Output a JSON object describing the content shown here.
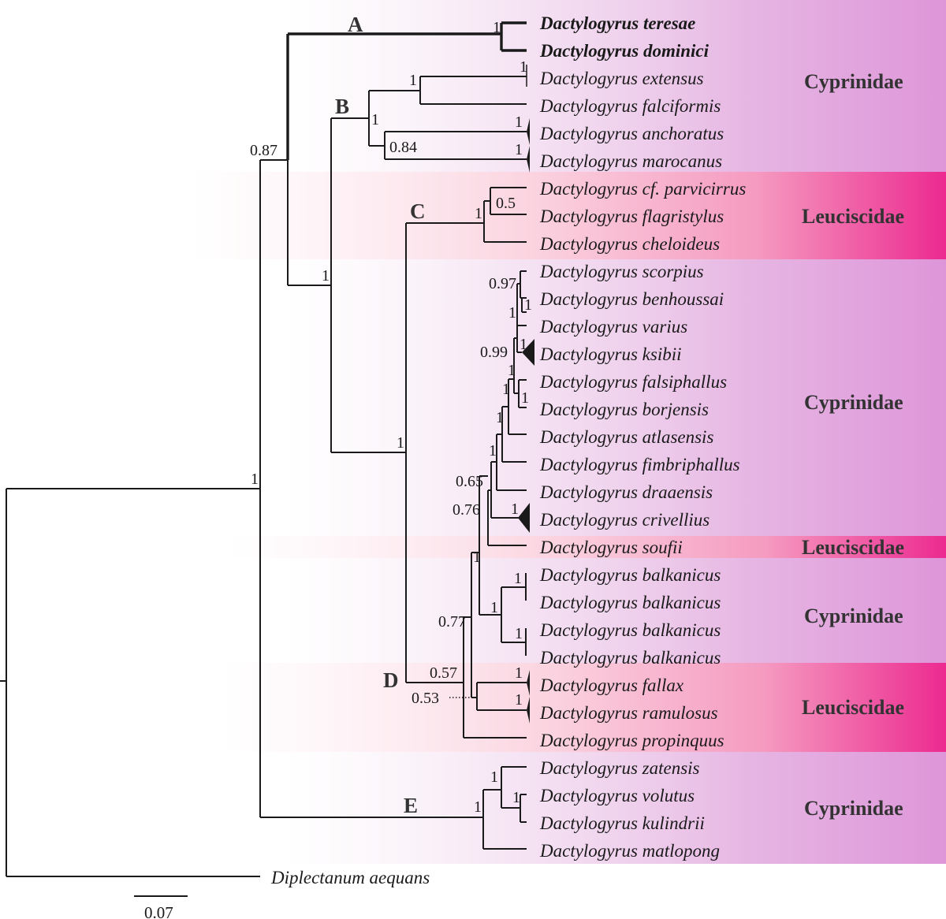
{
  "scale_bar": {
    "label": "0.07"
  },
  "outgroup": {
    "name": "Diplectanum aequans"
  },
  "clades": {
    "A": "A",
    "B": "B",
    "C": "C",
    "D": "D",
    "E": "E"
  },
  "host_families": {
    "band1": "Cyprinidae",
    "band2": "Leuciscidae",
    "band3": "Cyprinidae",
    "band4": "Leuciscidae",
    "band5": "Cyprinidae",
    "band6": "Leuciscidae",
    "band7": "Cyprinidae"
  },
  "taxa": [
    "Dactylogyrus teresae",
    "Dactylogyrus dominici",
    "Dactylogyrus extensus",
    "Dactylogyrus falciformis",
    "Dactylogyrus anchoratus",
    "Dactylogyrus marocanus",
    "Dactylogyrus cf. parvicirrus",
    "Dactylogyrus flagristylus",
    "Dactylogyrus cheloideus",
    "Dactylogyrus scorpius",
    "Dactylogyrus benhoussai",
    "Dactylogyrus varius",
    "Dactylogyrus ksibii",
    "Dactylogyrus falsiphallus",
    "Dactylogyrus borjensis",
    "Dactylogyrus atlasensis",
    "Dactylogyrus fimbriphallus",
    "Dactylogyrus draaensis",
    "Dactylogyrus crivellius",
    "Dactylogyrus soufii",
    "Dactylogyrus balkanicus",
    "Dactylogyrus balkanicus",
    "Dactylogyrus balkanicus",
    "Dactylogyrus balkanicus",
    "Dactylogyrus fallax",
    "Dactylogyrus ramulosus",
    "Dactylogyrus propinquus",
    "Dactylogyrus zatensis",
    "Dactylogyrus volutus",
    "Dactylogyrus kulindrii",
    "Dactylogyrus matlopong"
  ],
  "support": {
    "root": "1",
    "A_B_split": "0.87",
    "clade_A": "1",
    "clade_B": "1",
    "extensus_group": "1",
    "anchoratus_marocanus": "0.84",
    "anchoratus": "1",
    "marocanus": "1",
    "B_inner": "1",
    "CD_split": "1",
    "clade_C": "1",
    "parvicirrus_flagristylus": "0.5",
    "scorpius_group": "0.97",
    "benhoussai_varius": "1",
    "ksibii_group": "1",
    "ksibii": "1",
    "n_0_99": "0.99",
    "falsiphallus_group": "1",
    "falsiphallus_borjensis": "1",
    "atlasensis_node": "1",
    "fimbriphallus_node": "1",
    "n_0_65": "0.65",
    "crivellius": "1",
    "n_0_76": "0.76",
    "n_soufii": "1",
    "balkanicus_group": "1",
    "balkanicus_a": "1",
    "balkanicus_b": "1",
    "n_0_77": "0.77",
    "n_0_57": "0.57",
    "n_0_53": "0.53",
    "fallax": "1",
    "ramulosus": "1",
    "clade_E": "1",
    "zatensis_group": "1",
    "volutus_kulindrii": "1"
  }
}
